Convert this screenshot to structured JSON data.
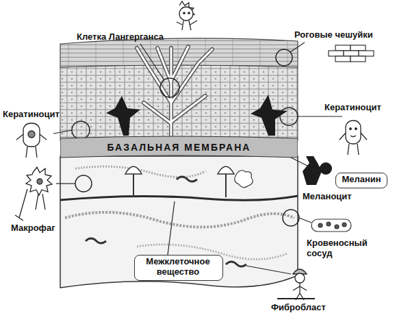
{
  "diagram": {
    "nodes": [
      {
        "text": [
          "БАЗАЛЬНАЯ МЕМБРАНА"
        ]
      },
      {
        "text": [
          "Меланин"
        ]
      },
      {
        "text": [
          "Межклеточное вещество"
        ]
      }
    ],
    "labels": [
      "Клетка Лангерганса",
      "Роговые чешуйки",
      "Кератиноцит",
      "Кератиноцит",
      "Меланоцит",
      "Макрофаг",
      "Кровеносный сосуд",
      "Фибробласт"
    ]
  }
}
